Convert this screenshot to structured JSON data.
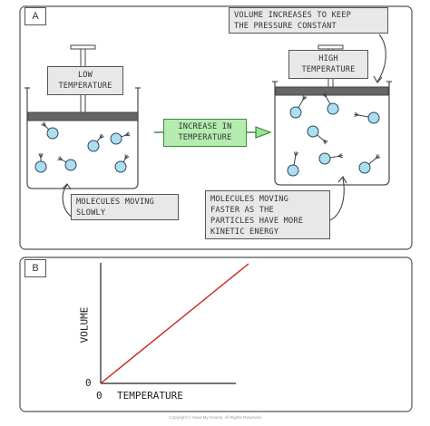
{
  "panel_a": {
    "tag": "A",
    "left_label": [
      "LOW",
      "TEMPERATURE"
    ],
    "right_label": [
      "HIGH",
      "TEMPERATURE"
    ],
    "arrow_label": [
      "INCREASE IN",
      "TEMPERATURE"
    ],
    "top_note": [
      "VOLUME INCREASES TO KEEP",
      "THE PRESSURE CONSTANT"
    ],
    "left_note": [
      "MOLECULES MOVING",
      "SLOWLY"
    ],
    "right_note": [
      "MOLECULES MOVING",
      "FASTER AS THE",
      "PARTICLES HAVE MORE",
      "KINETIC ENERGY"
    ]
  },
  "panel_b": {
    "tag": "B"
  },
  "chart_data": {
    "type": "line",
    "xlabel": "TEMPERATURE",
    "ylabel": "VOLUME",
    "x_origin_label": "0",
    "y_origin_label": "0",
    "series": [
      {
        "x": [
          0,
          1
        ],
        "y": [
          0,
          1
        ]
      }
    ],
    "grid": false,
    "line_color": "#cc2222"
  },
  "footer": "Copyright © Save My Exams. All Rights Reserved",
  "colors": {
    "molecule_fill": "#a9dff0",
    "molecule_stroke": "#334455",
    "box_fill": "#e8e8e8",
    "green_box": "#b4ecb0",
    "piston": "#666666"
  }
}
